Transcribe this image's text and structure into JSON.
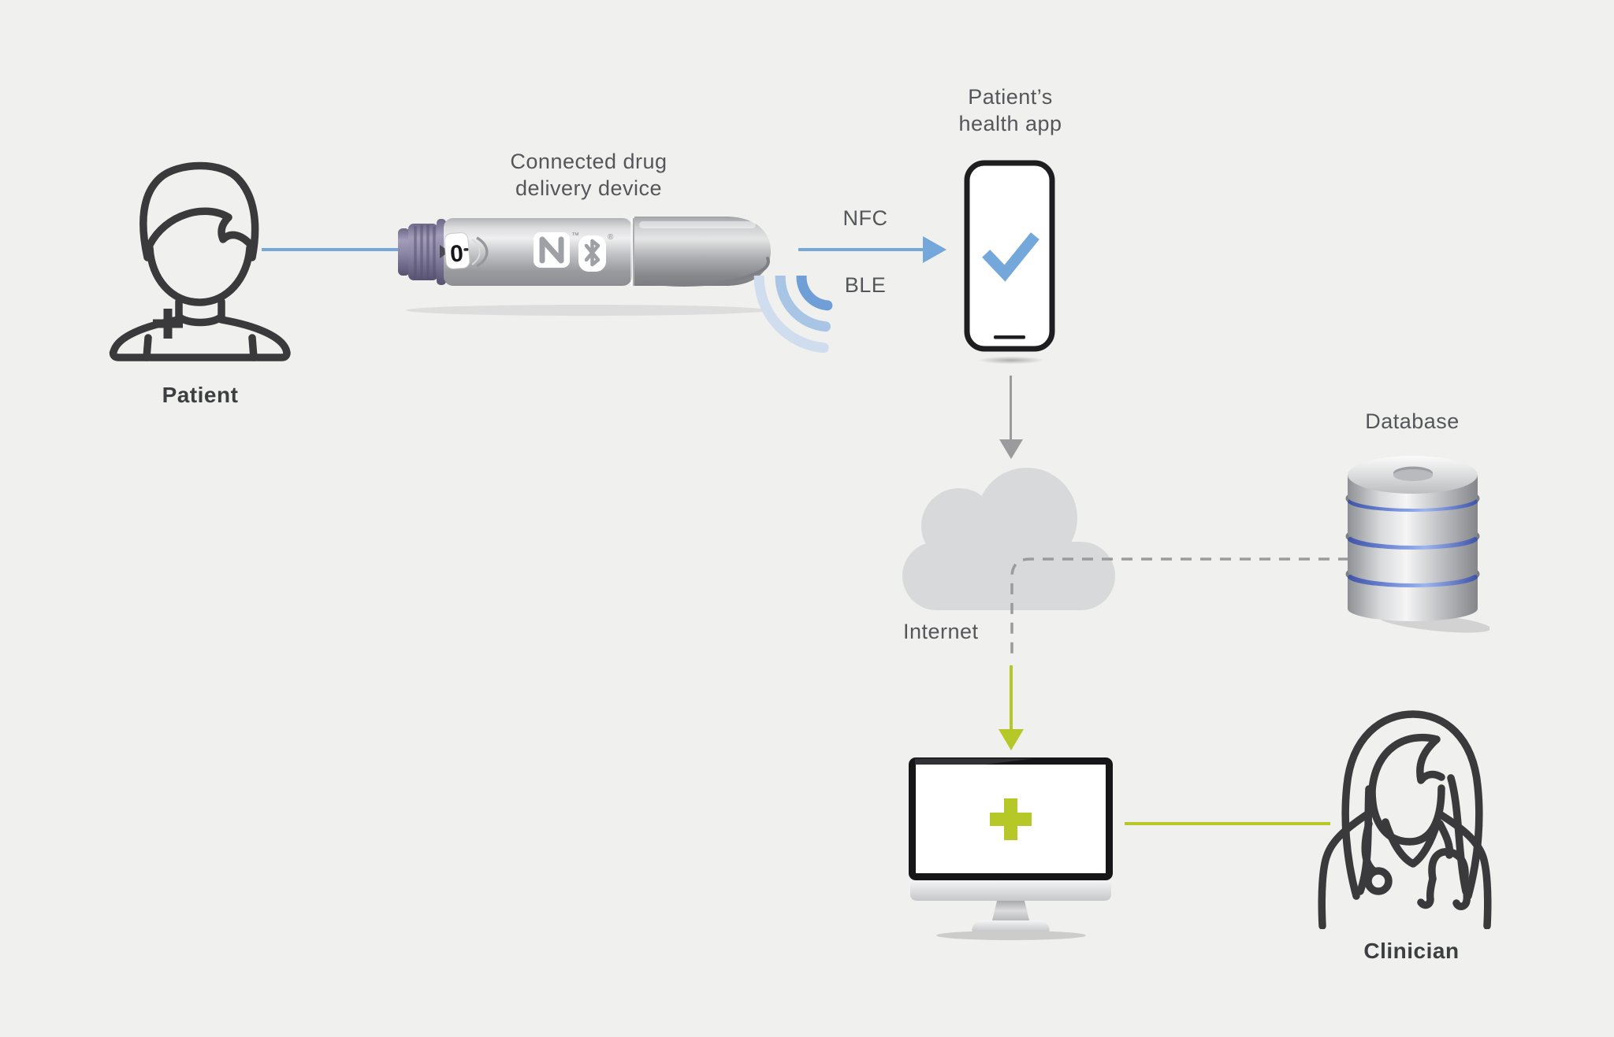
{
  "page": {
    "background": "#f0f0ef"
  },
  "palette": {
    "blue_accent": "#74a7da",
    "green_accent": "#b5c827",
    "arrow_gray": "#9b9b9d",
    "cloud_gray": "#d8d9da",
    "text_gray": "#55565a",
    "label_dark": "#3d3e40",
    "icon_stroke": "#3a3a3c"
  },
  "patient": {
    "label": "Patient",
    "icon": "person-with-medical-cross-outline"
  },
  "device": {
    "title_line1": "Connected drug",
    "title_line2": "delivery device",
    "dose_value": "0",
    "nfc_trademark": "™",
    "bluetooth_registered": "®",
    "icon": "injection-pen-with-nfc-and-bluetooth"
  },
  "connection_device_phone": {
    "top_label": "NFC",
    "bottom_label": "BLE"
  },
  "phone": {
    "title_line1": "Patient’s",
    "title_line2": "health app",
    "icon": "smartphone-with-checkmark"
  },
  "cloud": {
    "label": "Internet",
    "icon": "cloud"
  },
  "database": {
    "label": "Database",
    "icon": "database-cylinder-stack"
  },
  "monitor": {
    "icon": "desktop-monitor-with-medical-cross"
  },
  "clinician": {
    "label": "Clinician",
    "icon": "clinician-with-stethoscope-outline"
  }
}
